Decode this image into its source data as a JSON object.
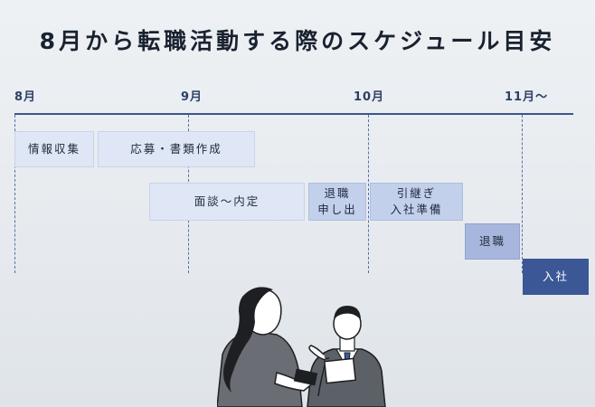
{
  "title": "8月から転職活動する際のスケジュール目安",
  "months": [
    "8月",
    "9月",
    "10月",
    "11月～"
  ],
  "tasks": [
    {
      "label": "情報収集"
    },
    {
      "label": "応募・書類作成"
    },
    {
      "label": "面談～内定"
    },
    {
      "label": "退職\n申し出"
    },
    {
      "label": "引継ぎ\n入社準備"
    },
    {
      "label": "退職"
    },
    {
      "label": "入社"
    }
  ],
  "colors": {
    "axis": "#3b5591",
    "light": "#dfe6f5",
    "mid": "#c3d0ec",
    "dark": "#3c5796"
  }
}
